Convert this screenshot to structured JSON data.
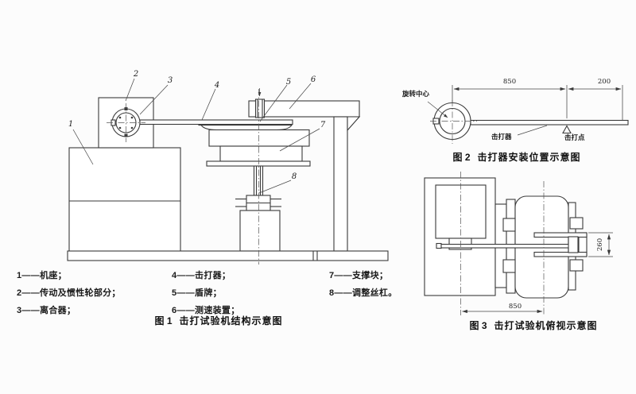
{
  "page": {
    "background": "#fcfcfc",
    "line_color": "#3a3a3a",
    "text_color": "#111111"
  },
  "fig1": {
    "callouts": [
      "1",
      "2",
      "3",
      "4",
      "5",
      "6",
      "7",
      "8"
    ],
    "legend": [
      "1——机座；",
      "2——传动及惯性轮部分；",
      "3——离合器；",
      "4——击打器；",
      "5——盾牌；",
      "6——测速装置；",
      "7——支撑块；",
      "8——调整丝杠。"
    ],
    "caption_label": "图 1",
    "caption_text": "击打试验机结构示意图"
  },
  "fig2": {
    "dim_850": "850",
    "dim_200": "200",
    "label_rotation_center": "旋转中心",
    "label_impactor": "击打器",
    "label_impact_point": "击打点",
    "caption_label": "图 2",
    "caption_text": "击打器安装位置示意图"
  },
  "fig3": {
    "dim_850": "850",
    "dim_260": "260",
    "caption_label": "图 3",
    "caption_text": "击打试验机俯视示意图"
  }
}
